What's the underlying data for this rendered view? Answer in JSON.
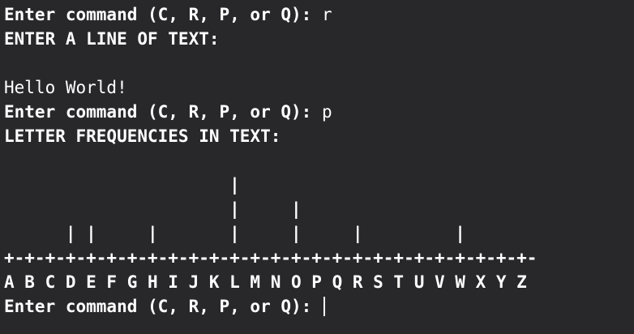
{
  "terminal": {
    "lines": [
      {
        "kind": "prompt",
        "prompt": "Enter command (C, R, P, or Q): ",
        "input": "r"
      },
      {
        "kind": "bold",
        "text": "ENTER A LINE OF TEXT:"
      },
      {
        "kind": "plain",
        "text": ""
      },
      {
        "kind": "plain",
        "text": "Hello World!"
      },
      {
        "kind": "prompt",
        "prompt": "Enter command (C, R, P, or Q): ",
        "input": "p"
      },
      {
        "kind": "bold",
        "text": "LETTER FREQUENCIES IN TEXT:"
      },
      {
        "kind": "plain",
        "text": ""
      },
      {
        "kind": "bold",
        "text": "                      |"
      },
      {
        "kind": "bold",
        "text": "                      |     |"
      },
      {
        "kind": "bold",
        "text": "      | |     |       |     |     |         |"
      },
      {
        "kind": "bold",
        "text": "+-+-+-+-+-+-+-+-+-+-+-+-+-+-+-+-+-+-+-+-+-+-+-+-+-+-"
      },
      {
        "kind": "bold",
        "text": "A B C D E F G H I J K L M N O P Q R S T U V W X Y Z"
      },
      {
        "kind": "prompt-active",
        "prompt": "Enter command (C, R, P, or Q): ",
        "input": ""
      }
    ]
  }
}
